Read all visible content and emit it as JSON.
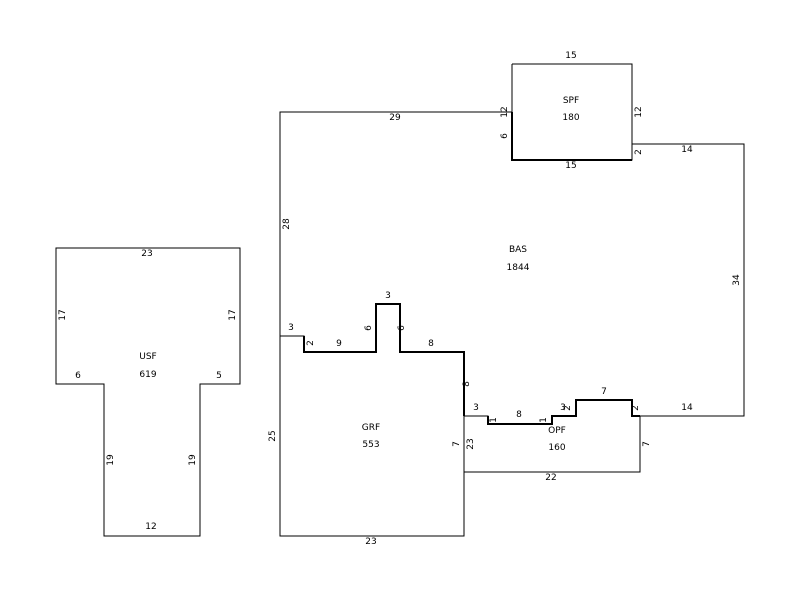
{
  "areas": {
    "usf": {
      "code": "USF",
      "sqft": "619"
    },
    "bas": {
      "code": "BAS",
      "sqft": "1844"
    },
    "grf": {
      "code": "GRF",
      "sqft": "553"
    },
    "spf": {
      "code": "SPF",
      "sqft": "180"
    },
    "opf": {
      "code": "OPF",
      "sqft": "160"
    }
  },
  "dimensions": {
    "usf": [
      "23",
      "17",
      "17",
      "6",
      "5",
      "19",
      "19",
      "12"
    ],
    "bas": [
      "29",
      "28",
      "14",
      "34",
      "14",
      "3",
      "2",
      "9",
      "6",
      "3",
      "6",
      "8",
      "8",
      "3",
      "1",
      "8",
      "1",
      "3",
      "2",
      "7",
      "2"
    ],
    "grf": [
      "25",
      "23",
      "7",
      "23"
    ],
    "spf": [
      "15",
      "15",
      "12",
      "12",
      "6",
      "2"
    ],
    "opf": [
      "22",
      "7"
    ]
  }
}
